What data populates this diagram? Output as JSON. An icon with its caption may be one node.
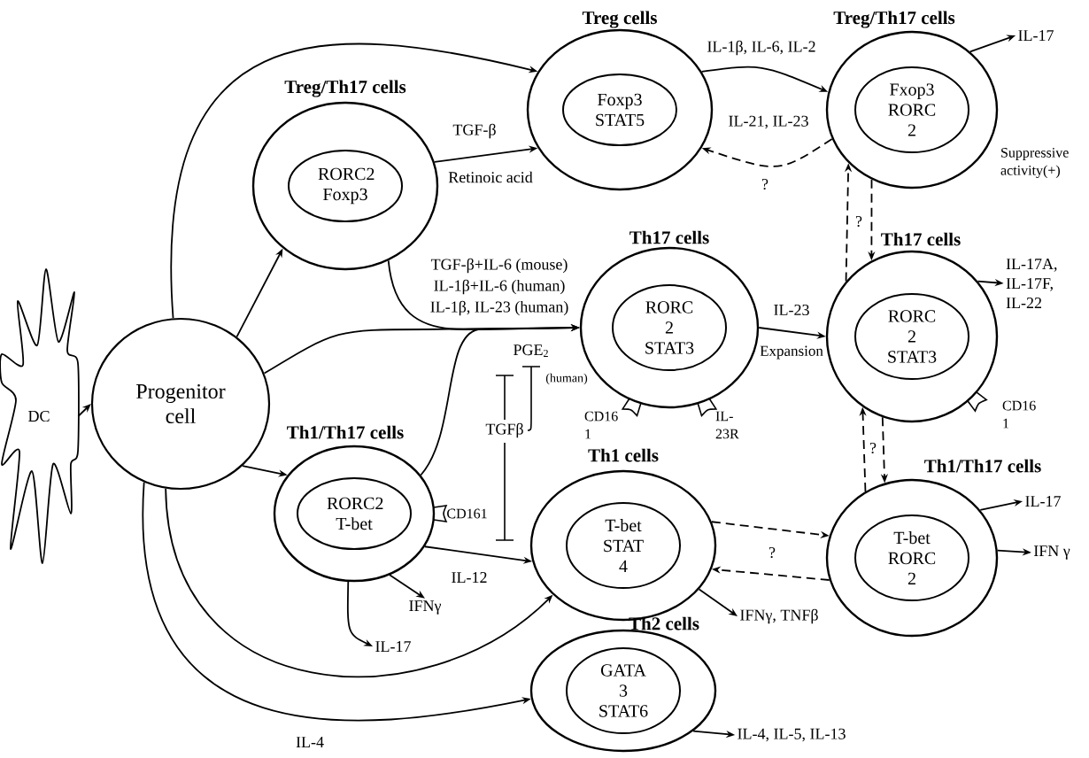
{
  "diagram": {
    "nodes": [
      {
        "text": [
          "DC"
        ]
      },
      {
        "text": [
          "Progenitor cell"
        ]
      },
      {
        "text": [
          "Treg/Th17 cells",
          "RORC2 Foxp3"
        ]
      },
      {
        "text": [
          "Treg cells",
          "Foxp3 STAT5"
        ]
      },
      {
        "text": [
          "Treg/Th17 cells",
          "Fxop3 RORC 2"
        ],
        "beside": [
          "Suppressive activity(+)"
        ]
      },
      {
        "text": [
          "Th17 cells",
          "RORC 2 STAT3"
        ]
      },
      {
        "text": [
          "Th17 cells",
          "RORC 2 STAT3"
        ]
      },
      {
        "text": [
          "Th1/Th17 cells",
          "RORC2 T-bet"
        ]
      },
      {
        "text": [
          "Th1 cells",
          "T-bet STAT 4"
        ]
      },
      {
        "text": [
          "Th1/Th17 cells",
          "T-bet RORC 2"
        ]
      },
      {
        "text": [
          "Th2 cells",
          "GATA 3 STAT6"
        ]
      },
      {
        "text": [
          "IL-17"
        ]
      },
      {
        "text": [
          "IL-17A, IL-17F, IL-22"
        ]
      },
      {
        "text": [
          "IL-17"
        ]
      },
      {
        "text": [
          "IFN γ"
        ]
      },
      {
        "text": [
          "IFNγ, TNFβ"
        ]
      },
      {
        "text": [
          "IL-4, IL-5, IL-13"
        ]
      },
      {
        "text": [
          "IFNγ"
        ]
      },
      {
        "text": [
          "IL-17"
        ]
      }
    ],
    "edges": [
      {
        "from": 0,
        "to": 1,
        "arrow": "to"
      },
      {
        "from": 1,
        "to": 3,
        "arrow": "to"
      },
      {
        "from": 1,
        "to": 2,
        "arrow": "to"
      },
      {
        "from": 2,
        "to": 3,
        "arrow": "to",
        "label": "TGF-β"
      },
      {
        "from": 3,
        "to": 4,
        "arrow": "to",
        "label": "IL-1β, IL-6, IL-2"
      },
      {
        "from": 4,
        "to": 3,
        "arrow": "to",
        "style": "dashed",
        "label": "?"
      },
      {
        "from": 4,
        "to": 6,
        "arrow": "to",
        "style": "dashed"
      },
      {
        "from": 6,
        "to": 4,
        "arrow": "to",
        "style": "dashed",
        "label": "?"
      },
      {
        "from": 1,
        "to": 5,
        "arrow": "to"
      },
      {
        "from": 2,
        "to": 5,
        "arrow": "to"
      },
      {
        "from": 7,
        "to": 5,
        "arrow": "to"
      },
      {
        "from": 5,
        "to": 6,
        "arrow": "to",
        "label": "IL-23"
      },
      {
        "from": 4,
        "to": 11,
        "arrow": "to"
      },
      {
        "from": 6,
        "to": 12,
        "arrow": "to"
      },
      {
        "from": 1,
        "to": 7,
        "arrow": "to"
      },
      {
        "from": 7,
        "to": 8,
        "arrow": "to",
        "label": "IL-12"
      },
      {
        "from": 7,
        "to": 17,
        "arrow": "to"
      },
      {
        "from": 7,
        "to": 18,
        "arrow": "to"
      },
      {
        "from": 1,
        "to": 8,
        "arrow": "to"
      },
      {
        "from": 1,
        "to": 10,
        "arrow": "to",
        "label": "IL-4"
      },
      {
        "from": 8,
        "to": 9,
        "arrow": "to",
        "style": "dashed"
      },
      {
        "from": 9,
        "to": 8,
        "arrow": "to",
        "style": "dashed",
        "label": "?"
      },
      {
        "from": 9,
        "to": 6,
        "arrow": "to",
        "style": "dashed"
      },
      {
        "from": 6,
        "to": 9,
        "arrow": "to",
        "style": "dashed",
        "label": "?"
      },
      {
        "from": 8,
        "to": 15,
        "arrow": "to"
      },
      {
        "from": 9,
        "to": 13,
        "arrow": "to"
      },
      {
        "from": 9,
        "to": 14,
        "arrow": "to"
      },
      {
        "from": 10,
        "to": 16,
        "arrow": "to"
      }
    ],
    "labels": [
      "Retinoic acid",
      "IL-21, IL-23",
      "TGF-β+IL-6 (mouse)",
      "IL-1β+IL-6 (human)",
      "IL-1β, IL-23 (human)",
      "PGE$_{2}$",
      "(human)",
      "Expansion",
      "CD16 1",
      "IL- 23R",
      "CD16 1",
      "TGFβ",
      "CD161"
    ]
  }
}
